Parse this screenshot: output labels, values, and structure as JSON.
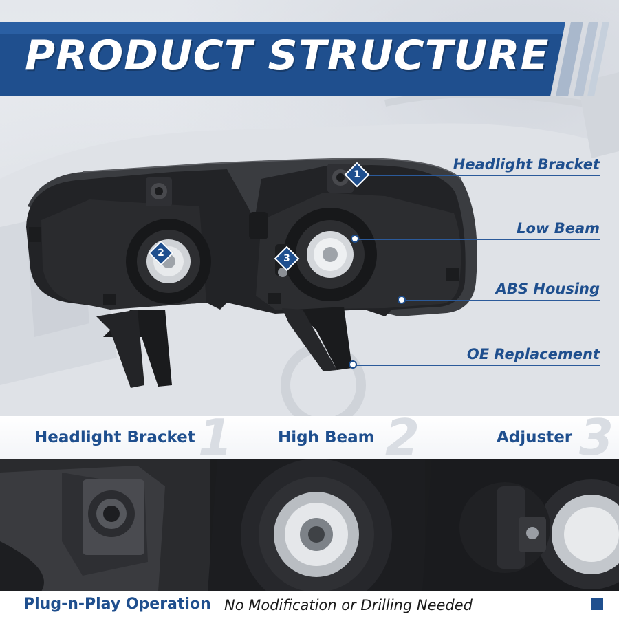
{
  "title": "PRODUCT STRUCTURE",
  "callouts": [
    {
      "label": "Headlight Bracket"
    },
    {
      "label": "Low Beam"
    },
    {
      "label": "ABS Housing"
    },
    {
      "label": "OE Replacement"
    }
  ],
  "badges": [
    "1",
    "2",
    "3"
  ],
  "features": [
    {
      "title": "Headlight Bracket",
      "number": "1"
    },
    {
      "title": "High Beam",
      "number": "2"
    },
    {
      "title": "Adjuster",
      "number": "3"
    }
  ],
  "footer": {
    "bold": "Plug-n-Play Operation",
    "rest": "No Modification or Drilling Needed"
  },
  "colors": {
    "brand_blue": "#1f4f8e",
    "housing_black": "#1e1f21",
    "background": "#e9ecf1"
  }
}
